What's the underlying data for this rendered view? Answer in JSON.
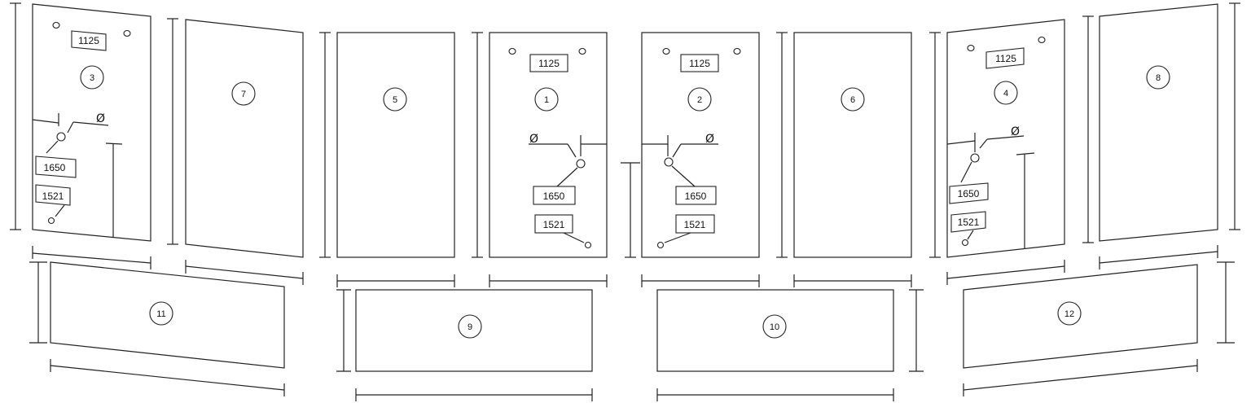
{
  "panels": [
    {
      "number": "1",
      "labels": {
        "top": "1125",
        "middle": "1650",
        "bottom": "1521"
      },
      "diameter_symbol": "Ø"
    },
    {
      "number": "2",
      "labels": {
        "top": "1125",
        "middle": "1650",
        "bottom": "1521"
      },
      "diameter_symbol": "Ø"
    },
    {
      "number": "3",
      "labels": {
        "top": "1125",
        "middle": "1650",
        "bottom": "1521"
      },
      "diameter_symbol": "Ø"
    },
    {
      "number": "4",
      "labels": {
        "top": "1125",
        "middle": "1650",
        "bottom": "1521"
      },
      "diameter_symbol": "Ø"
    },
    {
      "number": "5"
    },
    {
      "number": "6"
    },
    {
      "number": "7"
    },
    {
      "number": "8"
    },
    {
      "number": "9"
    },
    {
      "number": "10"
    },
    {
      "number": "11"
    },
    {
      "number": "12"
    }
  ]
}
